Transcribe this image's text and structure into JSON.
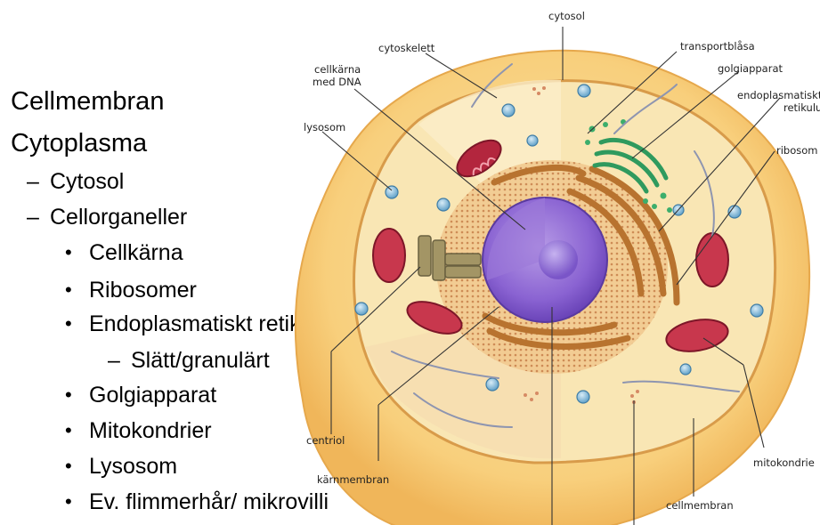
{
  "outline": {
    "items": [
      {
        "level": 1,
        "text": "Cellmembran"
      },
      {
        "level": 1,
        "text": "Cytoplasma"
      },
      {
        "level": 2,
        "text": "Cytosol"
      },
      {
        "level": 2,
        "text": "Cellorganeller"
      },
      {
        "level": 3,
        "text": "Cellkärna"
      },
      {
        "level": 3,
        "text": "Ribosomer"
      },
      {
        "level": 3,
        "text": "Endoplasmatiskt retikel"
      },
      {
        "level": 4,
        "text": "Slätt/granulärt"
      },
      {
        "level": 3,
        "text": "Golgiapparat"
      },
      {
        "level": 3,
        "text": "Mitokondrier"
      },
      {
        "level": 3,
        "text": "Lysosom"
      },
      {
        "level": 3,
        "text": "Ev. flimmerhår/ mikrovilli"
      }
    ]
  },
  "diagram": {
    "labels": {
      "cytosol": "cytosol",
      "cytoskelett": "cytoskelett",
      "cellkarna_line1": "cellkärna",
      "cellkarna_line2": "med DNA",
      "transportblasa": "transportblåsa",
      "golgiapparat": "golgiapparat",
      "er_line1": "endoplasmatiskt",
      "er_line2": "retikulum",
      "lysosom": "lysosom",
      "ribosom": "ribosom",
      "centriol": "centriol",
      "karnmembran": "kärnmembran",
      "mitokondrie": "mitokondrie",
      "cellmembran": "cellmembran"
    }
  }
}
